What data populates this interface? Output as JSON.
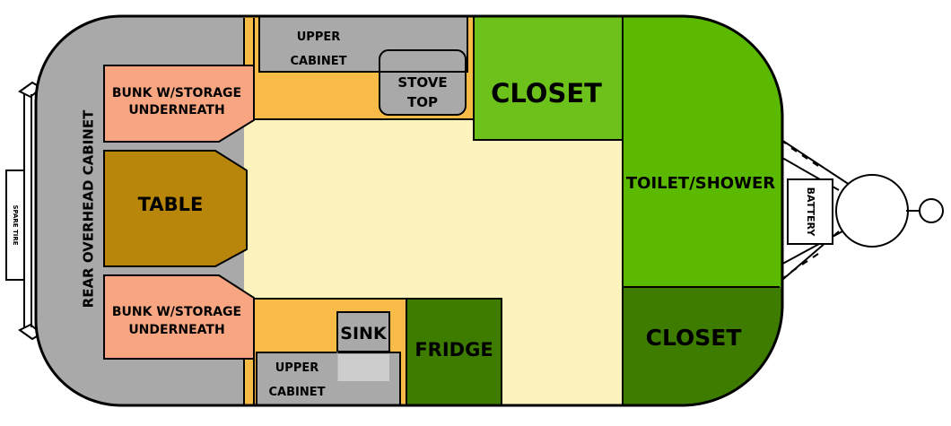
{
  "labels": {
    "rear_cabinet": "REAR OVERHEAD CABINET",
    "spare_tire": "SPARE TIRE",
    "bunk_top_1": "BUNK W/STORAGE",
    "bunk_top_2": "UNDERNEATH",
    "bunk_bottom_1": "BUNK W/STORAGE",
    "bunk_bottom_2": "UNDERNEATH",
    "table": "TABLE",
    "upper_cabinet_top_1": "UPPER",
    "upper_cabinet_top_2": "CABINET",
    "stove_top_1": "STOVE",
    "stove_top_2": "TOP",
    "closet_top": "CLOSET",
    "toilet_shower": "TOILET/SHOWER",
    "battery": "BATTERY",
    "sink": "SINK",
    "upper_cabinet_bottom_1": "UPPER",
    "upper_cabinet_bottom_2": "CABINET",
    "fridge": "FRIDGE",
    "closet_bottom": "CLOSET"
  },
  "colors": {
    "cabinet_gray": "#a9a9a9",
    "bunk_salmon": "#f8a582",
    "table_brown": "#b8860b",
    "counter_orange": "#f9bb47",
    "floor_cream": "#fdf3bd",
    "green_light": "#6cc21a",
    "green_medium": "#5bb900",
    "green_dark": "#3e7c00",
    "sink_gray": "#cdcdcd",
    "outline": "#000000"
  }
}
